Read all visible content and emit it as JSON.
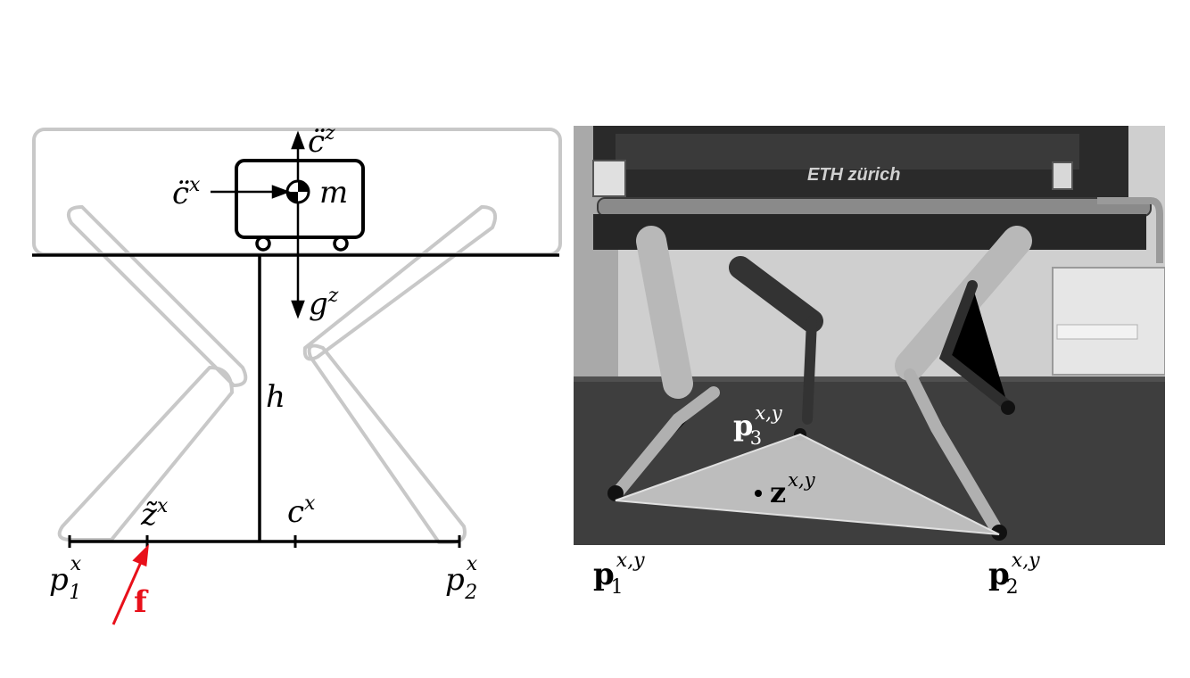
{
  "left_diagram": {
    "mass_label": "m",
    "accel_z_label": "c̈",
    "accel_z_sup": "z",
    "accel_x_label": "c̈",
    "accel_x_sup": "x",
    "gravity_label": "g",
    "gravity_sup": "z",
    "height_label": "h",
    "zmp_label": "z̃",
    "zmp_sup": "x",
    "com_label": "c",
    "com_sup": "x",
    "p1_label": "p",
    "p1_sub": "1",
    "p1_sup": "x",
    "p2_label": "p",
    "p2_sub": "2",
    "p2_sup": "x",
    "force_label": "f",
    "colors": {
      "line": "#000000",
      "leg_outline": "#c8c8c8",
      "force": "#e8101a"
    }
  },
  "right_photo": {
    "brand_text": "ETH zürich",
    "p3_label": "p",
    "p3_sub": "3",
    "p3_sup": "x,y",
    "zmp_label": "z",
    "zmp_sup": "x,y",
    "p1_label": "p",
    "p1_sub": "1",
    "p1_sup": "x,y",
    "p2_label": "p",
    "p2_sub": "2",
    "p2_sup": "x,y",
    "colors": {
      "support_polygon": "#c4c4c4",
      "floor": "#3e3e3e",
      "wall": "#d0d0d0"
    }
  }
}
